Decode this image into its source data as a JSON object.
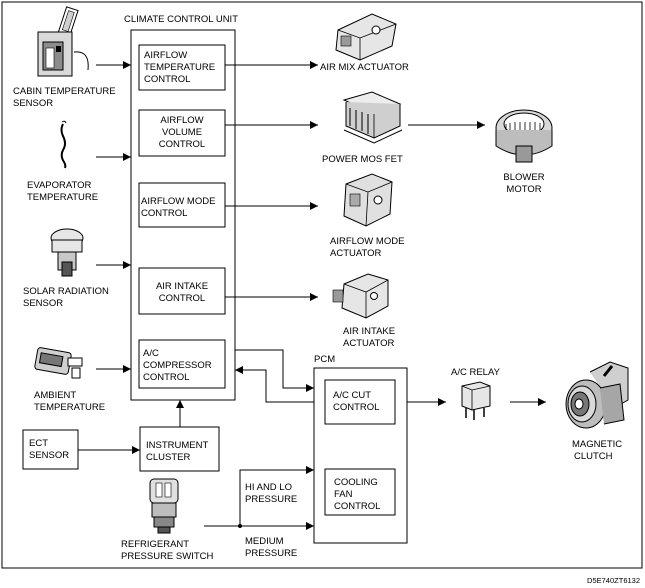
{
  "diagram": {
    "ccu_title": "CLIMATE CONTROL UNIT",
    "pcm_title": "PCM",
    "ccu_blocks": [
      [
        "AIRFLOW",
        "TEMPERATURE",
        "CONTROL"
      ],
      [
        "AIRFLOW",
        "VOLUME",
        "CONTROL"
      ],
      [
        "AIRFLOW MODE",
        "CONTROL"
      ],
      [
        "AIR INTAKE",
        "CONTROL"
      ],
      [
        "A/C",
        "COMPRESSOR",
        "CONTROL"
      ]
    ],
    "pcm_blocks": [
      [
        "A/C CUT",
        "CONTROL"
      ],
      [
        "COOLING",
        "FAN",
        "CONTROL"
      ]
    ],
    "inputs": [
      [
        "CABIN TEMPERATURE",
        "SENSOR"
      ],
      [
        "EVAPORATOR",
        "TEMPERATURE"
      ],
      [
        "SOLAR RADIATION",
        "SENSOR"
      ],
      [
        "AMBIENT",
        "TEMPERATURE"
      ],
      [
        "REFRIGERANT",
        "PRESSURE SWITCH"
      ]
    ],
    "ect_box": [
      "ECT",
      "SENSOR"
    ],
    "instrument_box": [
      "INSTRUMENT",
      "CLUSTER"
    ],
    "outputs": [
      [
        "AIR MIX ACTUATOR"
      ],
      [
        "POWER MOS FET"
      ],
      [
        "BLOWER",
        "MOTOR"
      ],
      [
        "AIRFLOW MODE",
        "ACTUATOR"
      ],
      [
        "AIR INTAKE",
        "ACTUATOR"
      ],
      [
        "A/C RELAY"
      ],
      [
        "MAGNETIC",
        "CLUTCH"
      ]
    ],
    "pressure_labels": [
      [
        "HI AND LO",
        "PRESSURE"
      ],
      [
        "MEDIUM",
        "PRESSURE"
      ]
    ],
    "figure_code": "D5E740ZT6132"
  }
}
